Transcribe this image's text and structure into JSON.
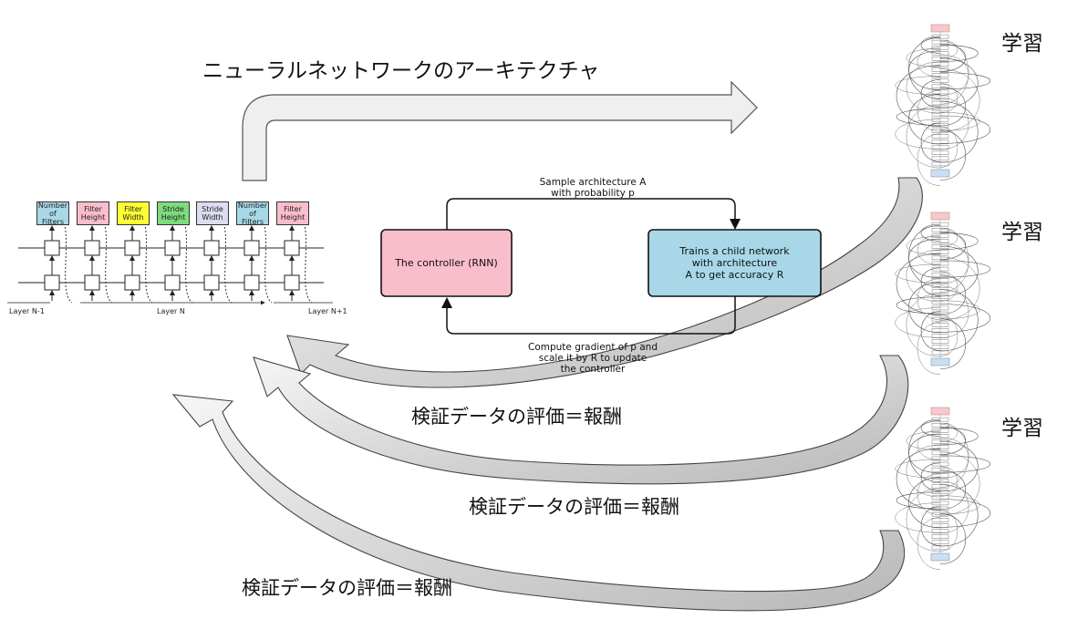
{
  "top_label": "ニューラルネットワークのアーキテクチャ",
  "train_label": "学習",
  "reward_label": "検証データの評価＝報酬",
  "controller": {
    "label": "The controller (RNN)",
    "color": "#f9bdcb"
  },
  "child": {
    "label": "Trains a child network\nwith architecture\nA to get accuracy R",
    "color": "#a8d8e8"
  },
  "sample_text": "Sample architecture A\nwith probability p",
  "gradient_text": "Compute gradient of p and\nscale it by R to update\nthe controller",
  "tokens": [
    {
      "label": "Number\nof Filters",
      "color": "#a8d8e8"
    },
    {
      "label": "Filter\nHeight",
      "color": "#f9bdcb"
    },
    {
      "label": "Filter\nWidth",
      "color": "#ffff33"
    },
    {
      "label": "Stride\nHeight",
      "color": "#7ddc7d"
    },
    {
      "label": "Stride\nWidth",
      "color": "#dcdcf0"
    },
    {
      "label": "Number\nof Filters",
      "color": "#a8d8e8"
    },
    {
      "label": "Filter\nHeight",
      "color": "#f9bdcb"
    }
  ],
  "layers": {
    "prev": "Layer N-1",
    "cur": "Layer N",
    "next": "Layer N+1"
  },
  "net_top_color": "#f6c9cc",
  "net_bottom_color": "#c9dff3",
  "arrow_fill": "#efefef",
  "arrow_dark": "#bdbdbd"
}
